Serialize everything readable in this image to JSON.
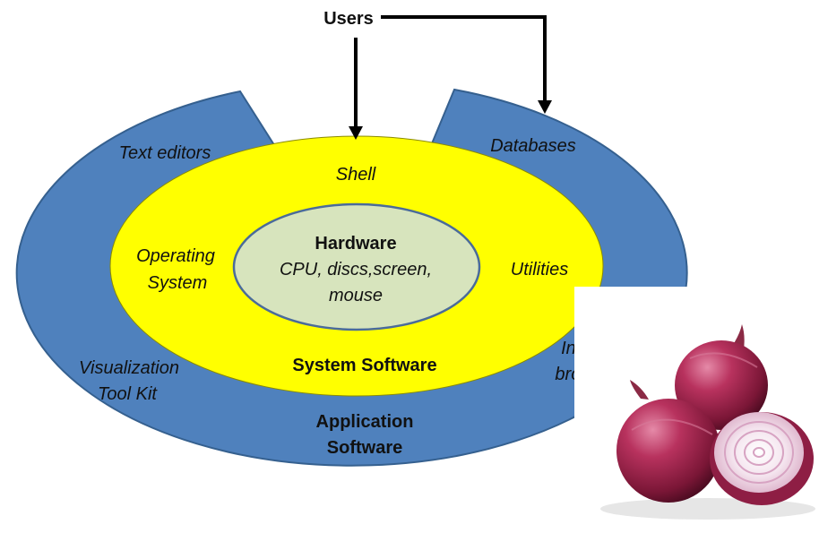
{
  "colors": {
    "application_layer": "#4F81BD",
    "application_border": "#35608F",
    "system_layer": "#FFFF00",
    "hardware_core": "#D7E4BD",
    "hardware_border": "#4A6B9A",
    "arrows": "#000000"
  },
  "users": {
    "label": "Users"
  },
  "application_layer": {
    "items": {
      "text_editors": "Text editors",
      "databases": "Databases",
      "viz_line1": "Visualization",
      "viz_line2": "Tool Kit",
      "internet_line1": "Internet",
      "internet_line2": "browsers"
    },
    "title_line1": "Application",
    "title_line2": "Software"
  },
  "system_layer": {
    "shell": "Shell",
    "os_line1": "Operating",
    "os_line2": "System",
    "utilities": "Utilities",
    "title": "System Software"
  },
  "hardware": {
    "title": "Hardware",
    "line1": "CPU, discs,screen,",
    "line2": "mouse"
  },
  "photo": {
    "icon": "red-onions-photo"
  }
}
